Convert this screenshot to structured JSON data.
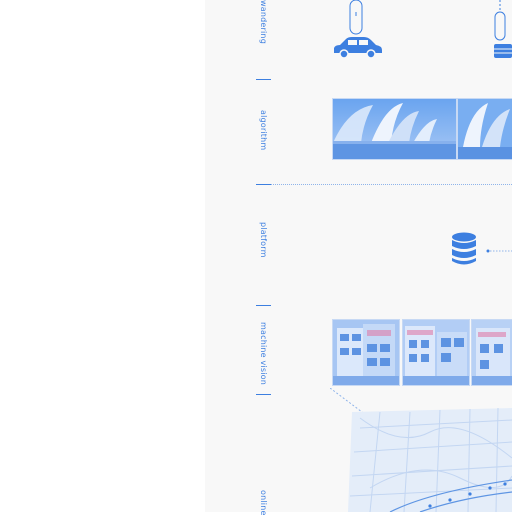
{
  "sections": [
    {
      "id": "wandering",
      "label": "wandering"
    },
    {
      "id": "algorithm",
      "label": "algorithm"
    },
    {
      "id": "platform",
      "label": "platform"
    },
    {
      "id": "machine-vision",
      "label": "machine vision"
    },
    {
      "id": "online",
      "label": "online"
    }
  ],
  "icons": {
    "car": "car-icon",
    "sensor": "camera-sensor-icon",
    "database": "database-icon"
  },
  "colors": {
    "accent": "#3d7fe0",
    "panel": "#f8f8f8",
    "light_blue": "#c7d9f4"
  }
}
